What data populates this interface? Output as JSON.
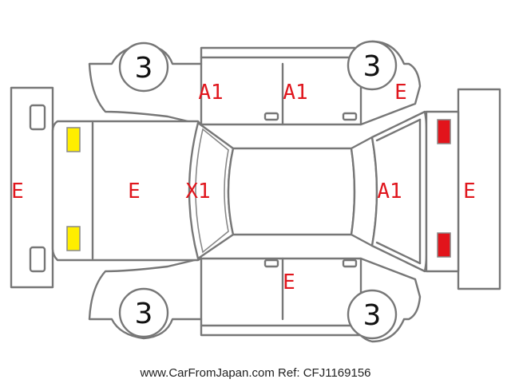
{
  "colors": {
    "outline": "#777777",
    "code_red": "#e0161d",
    "light_yellow": "#ffee00",
    "light_red": "#e2141b",
    "text_dark": "#111111"
  },
  "tires": {
    "front_left": "3",
    "front_right": "3",
    "rear_left": "3",
    "rear_right": "3"
  },
  "codes": {
    "front_bumper": "E",
    "hood": "E",
    "windshield": "X1",
    "roof_area": "",
    "rear_glass": "A1",
    "rear_bumper": "E",
    "top_front_door": "A1",
    "top_rear_door": "A1",
    "top_rear_quarter": "E",
    "bottom_rear_door": "E"
  },
  "lights": {
    "front": "yellow",
    "rear": "red"
  },
  "footer": "www.CarFromJapan.com Ref: CFJ1169156"
}
